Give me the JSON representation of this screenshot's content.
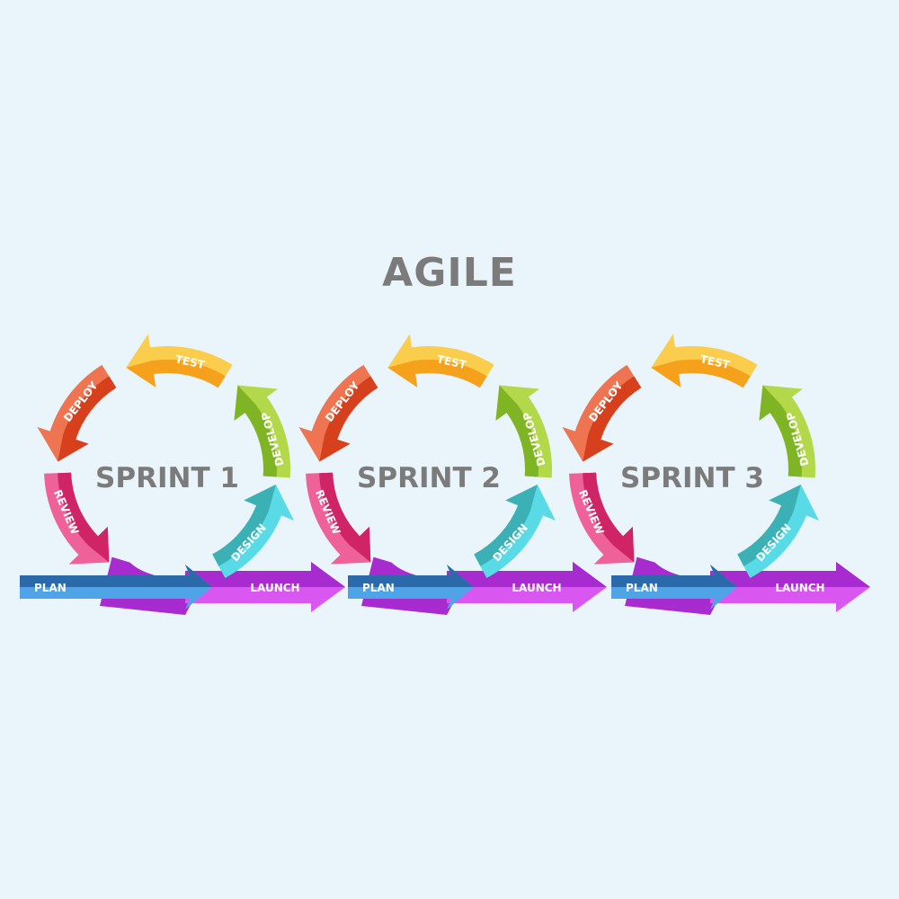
{
  "title": "AGILE",
  "sprints": [
    {
      "label": "SPRINT 1"
    },
    {
      "label": "SPRINT 2"
    },
    {
      "label": "SPRINT 3"
    }
  ],
  "stages": {
    "design": "DESIGN",
    "develop": "DEVELOP",
    "test": "TEST",
    "deploy": "DEPLOY",
    "review": "REVIEW",
    "plan": "PLAN",
    "launch": "LAUNCH"
  },
  "colors": {
    "design": [
      "#3bb1b5",
      "#58dbe6"
    ],
    "develop": [
      "#7fb524",
      "#b3d94a"
    ],
    "test": [
      "#f5a11c",
      "#fbcd4c"
    ],
    "deploy": [
      "#d6401c",
      "#ee7452"
    ],
    "review": [
      "#cf2465",
      "#ee6199"
    ],
    "launch": [
      "#a82bd0",
      "#d957f0"
    ],
    "plan": [
      "#2a6aab",
      "#4fa4e8"
    ],
    "text": "#7b7b7b",
    "background": "#e9f5fb"
  }
}
